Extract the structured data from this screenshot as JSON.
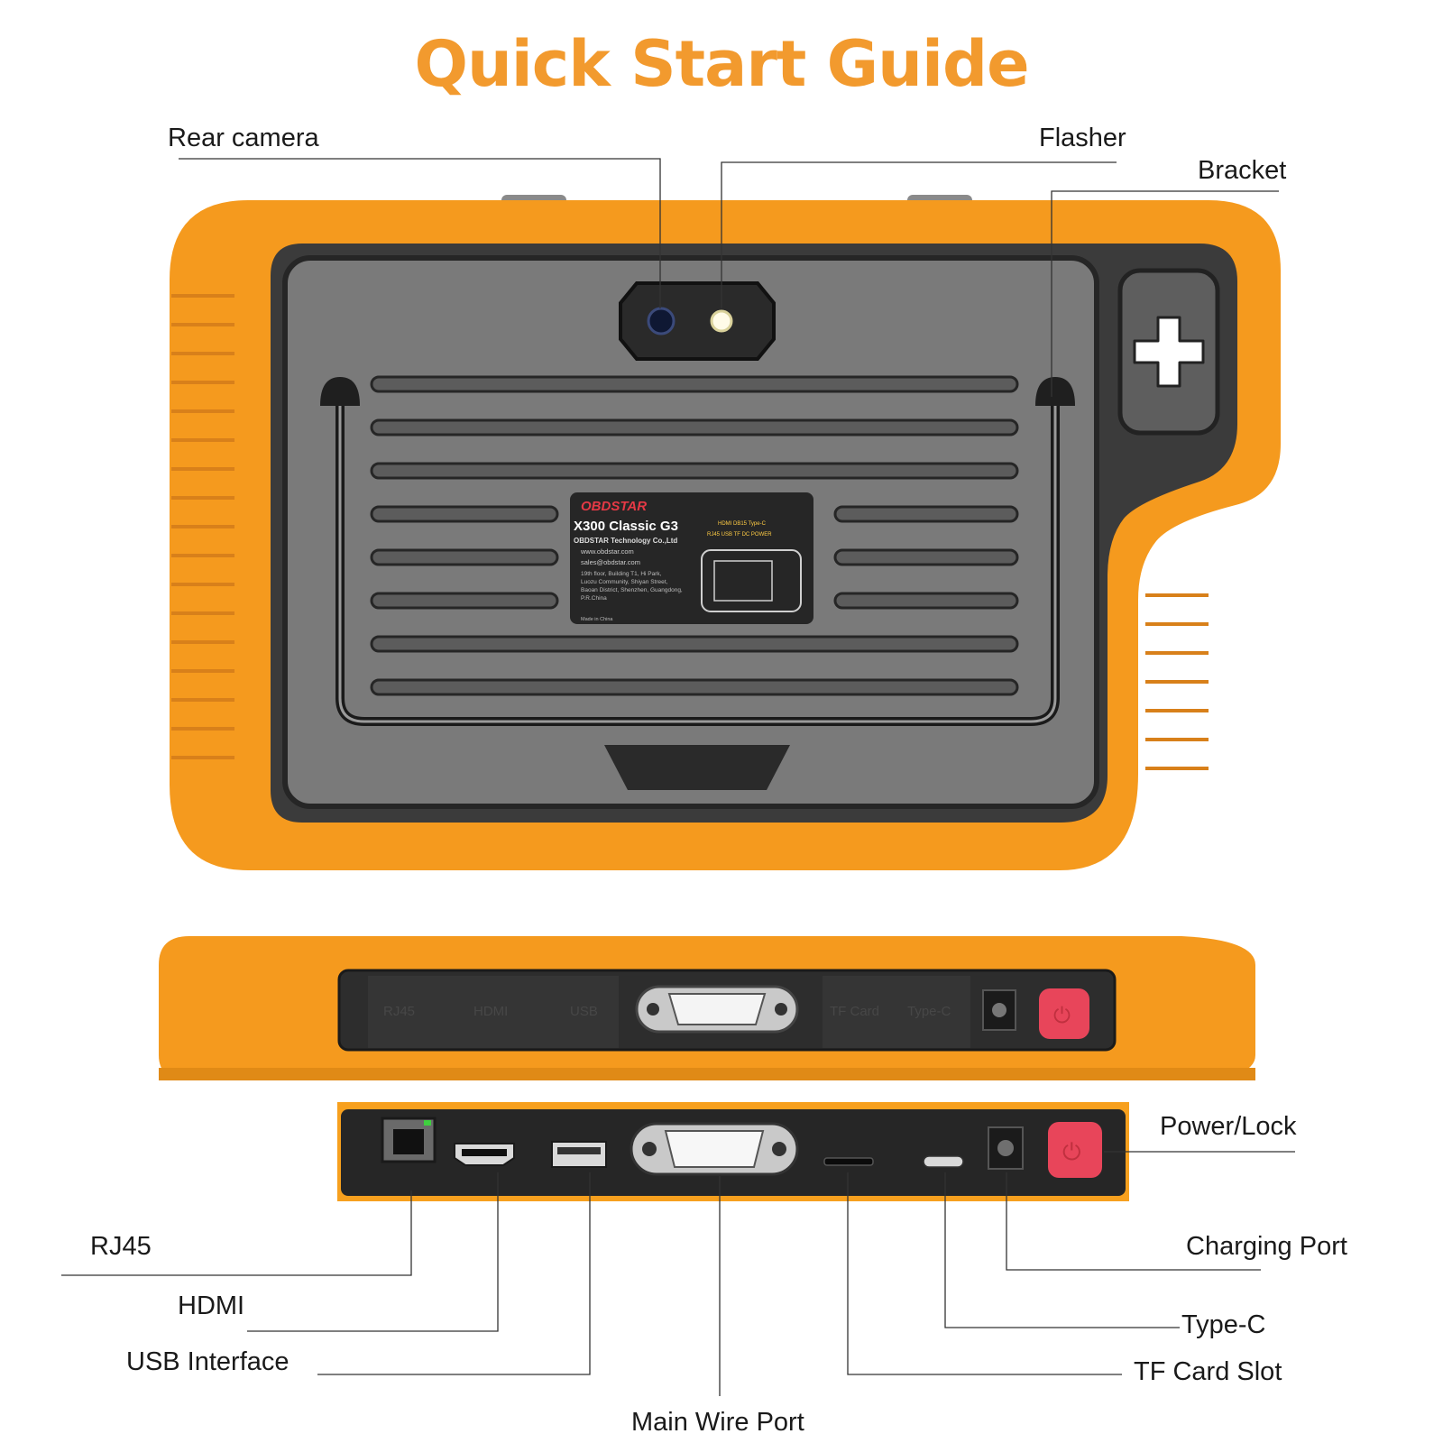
{
  "title": "Quick Start Guide",
  "colors": {
    "accent": "#F29A2E",
    "case_orange": "#F59A1E",
    "panel_gray": "#7A7A7A",
    "dark": "#232323",
    "power_red": "#E8455A"
  },
  "callouts": {
    "rear_camera": "Rear camera",
    "flasher": "Flasher",
    "bracket": "Bracket",
    "power_lock": "Power/Lock",
    "rj45": "RJ45",
    "charging_port": "Charging Port",
    "hdmi": "HDMI",
    "type_c": "Type-C",
    "usb_interface": "USB Interface",
    "tf_card_slot": "TF Card Slot",
    "main_wire_port": "Main Wire Port"
  },
  "device_label": {
    "brand": "OBDSTAR",
    "model": "X300 Classic G3",
    "company": "OBDSTAR Technology Co.,Ltd",
    "website": "www.obdstar.com",
    "email": "sales@obdstar.com",
    "address1": "19th floor, Building T1, Hi Park,",
    "address2": "Luozu Community, Shiyan Street,",
    "address3": "Baoan District, Shenzhen, Guangdong,",
    "address4": "P.R.China",
    "ports_top": "HDMI  DB15  Type-C",
    "ports_bottom": "RJ45 USB   TF  DC  POWER",
    "made_in": "Made in China"
  },
  "edge_cover_labels": {
    "rj45": "RJ45",
    "hdmi": "HDMI",
    "usb": "USB",
    "tf_card": "TF Card",
    "type_c": "Type-C"
  }
}
